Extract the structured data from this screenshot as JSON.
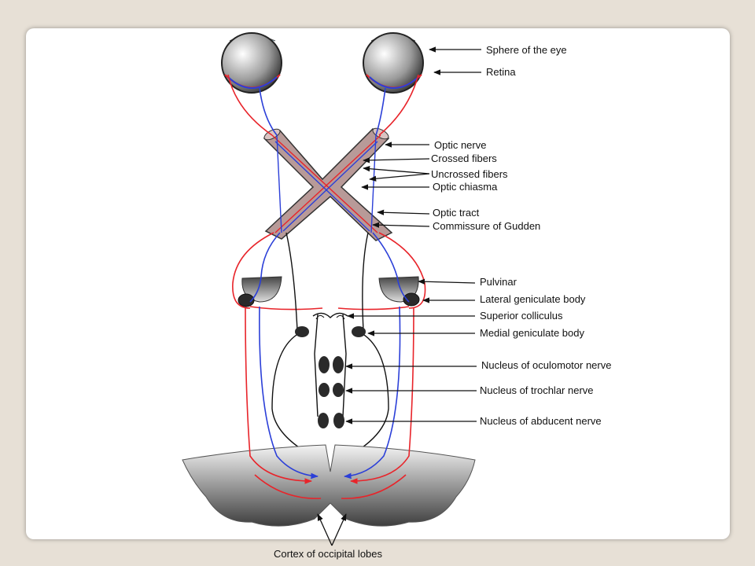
{
  "diagram": {
    "labels": {
      "sphere_of_eye": "Sphere of the eye",
      "retina": "Retina",
      "optic_nerve": "Optic nerve",
      "crossed_fibers": "Crossed fibers",
      "uncrossed_fibers": "Uncrossed fibers",
      "optic_chiasma": "Optic chiasma",
      "optic_tract": "Optic tract",
      "commissure_gudden": "Commissure of Gudden",
      "pulvinar": "Pulvinar",
      "lateral_geniculate": "Lateral geniculate body",
      "superior_colliculus": "Superior colliculus",
      "medial_geniculate": "Medial geniculate body",
      "nucleus_oculomotor": "Nucleus of oculomotor nerve",
      "nucleus_trochlar": "Nucleus of trochlar nerve",
      "nucleus_abducent": "Nucleus of abducent nerve",
      "cortex_occipital": "Cortex of occipital lobes"
    },
    "colors": {
      "crossed_fiber": "#e8242a",
      "uncrossed_fiber": "#2b3fd8",
      "chiasma_fill": "#b89a98",
      "nucleus_fill": "#2a2a2a"
    }
  }
}
